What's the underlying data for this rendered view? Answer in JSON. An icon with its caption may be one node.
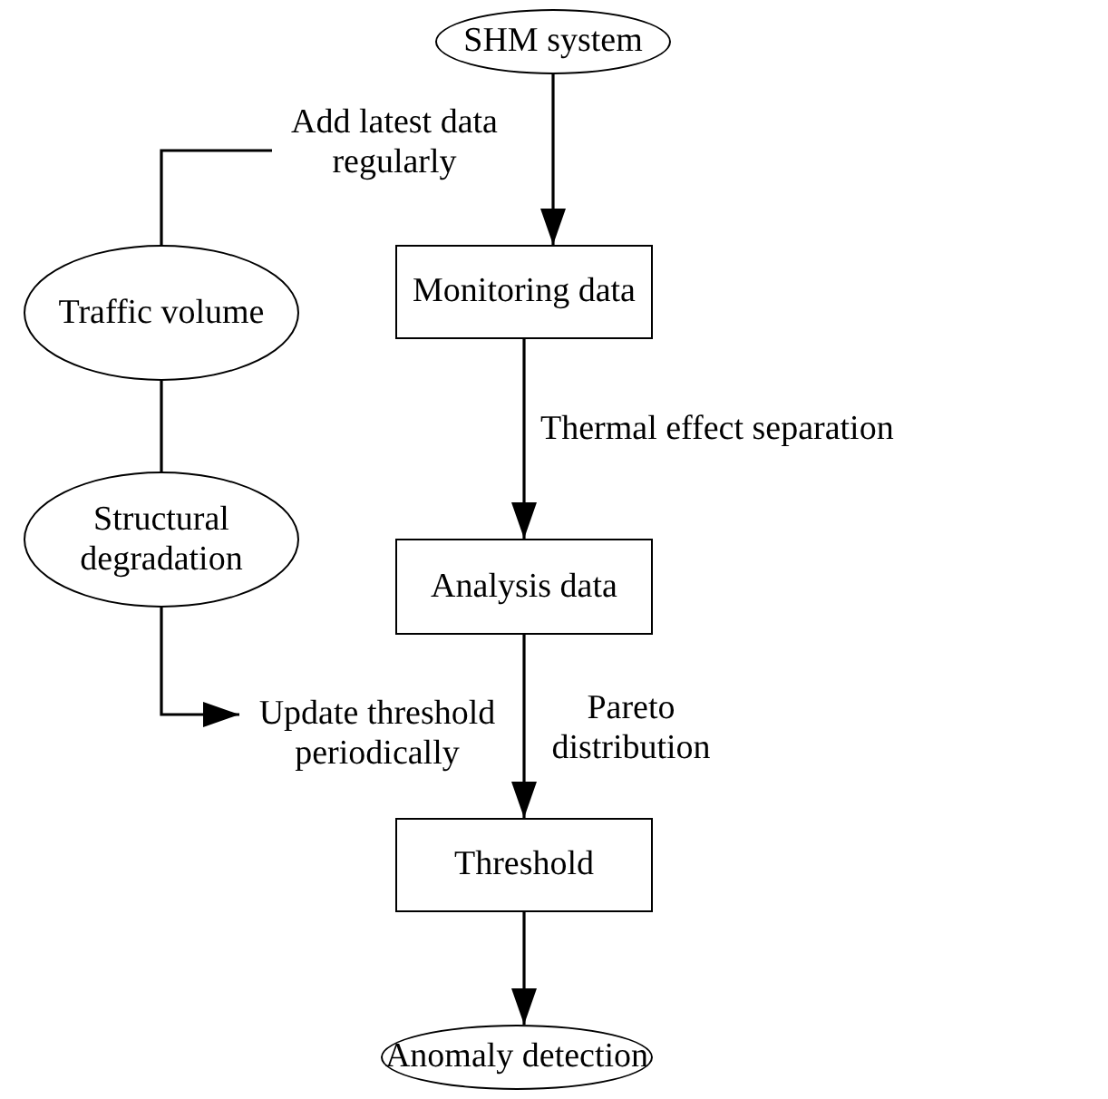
{
  "diagram": {
    "nodes": [
      {
        "text": [
          "SHM system"
        ]
      },
      {
        "text": [
          "Add latest data regularly"
        ]
      },
      {
        "text": [
          "Traffic volume"
        ]
      },
      {
        "text": [
          "Structural degradation"
        ]
      },
      {
        "text": [
          "Update threshold periodically"
        ]
      },
      {
        "text": [
          "Monitoring data"
        ]
      },
      {
        "text": [
          "Analysis data"
        ]
      },
      {
        "text": [
          "Threshold"
        ]
      },
      {
        "text": [
          "Anomaly detection"
        ]
      }
    ],
    "edges": [
      {
        "from": 0,
        "to": 5,
        "arrow": "to"
      },
      {
        "from": 5,
        "to": 6,
        "arrow": "to",
        "label": "Thermal effect separation"
      },
      {
        "from": 6,
        "to": 7,
        "arrow": "to",
        "label": "Pareto distribution"
      },
      {
        "from": 7,
        "to": 8,
        "arrow": "to"
      },
      {
        "from": 1,
        "to": 2,
        "arrow": "none"
      },
      {
        "from": 2,
        "to": 3,
        "arrow": "none"
      },
      {
        "from": 3,
        "to": 4,
        "arrow": "to"
      }
    ]
  }
}
